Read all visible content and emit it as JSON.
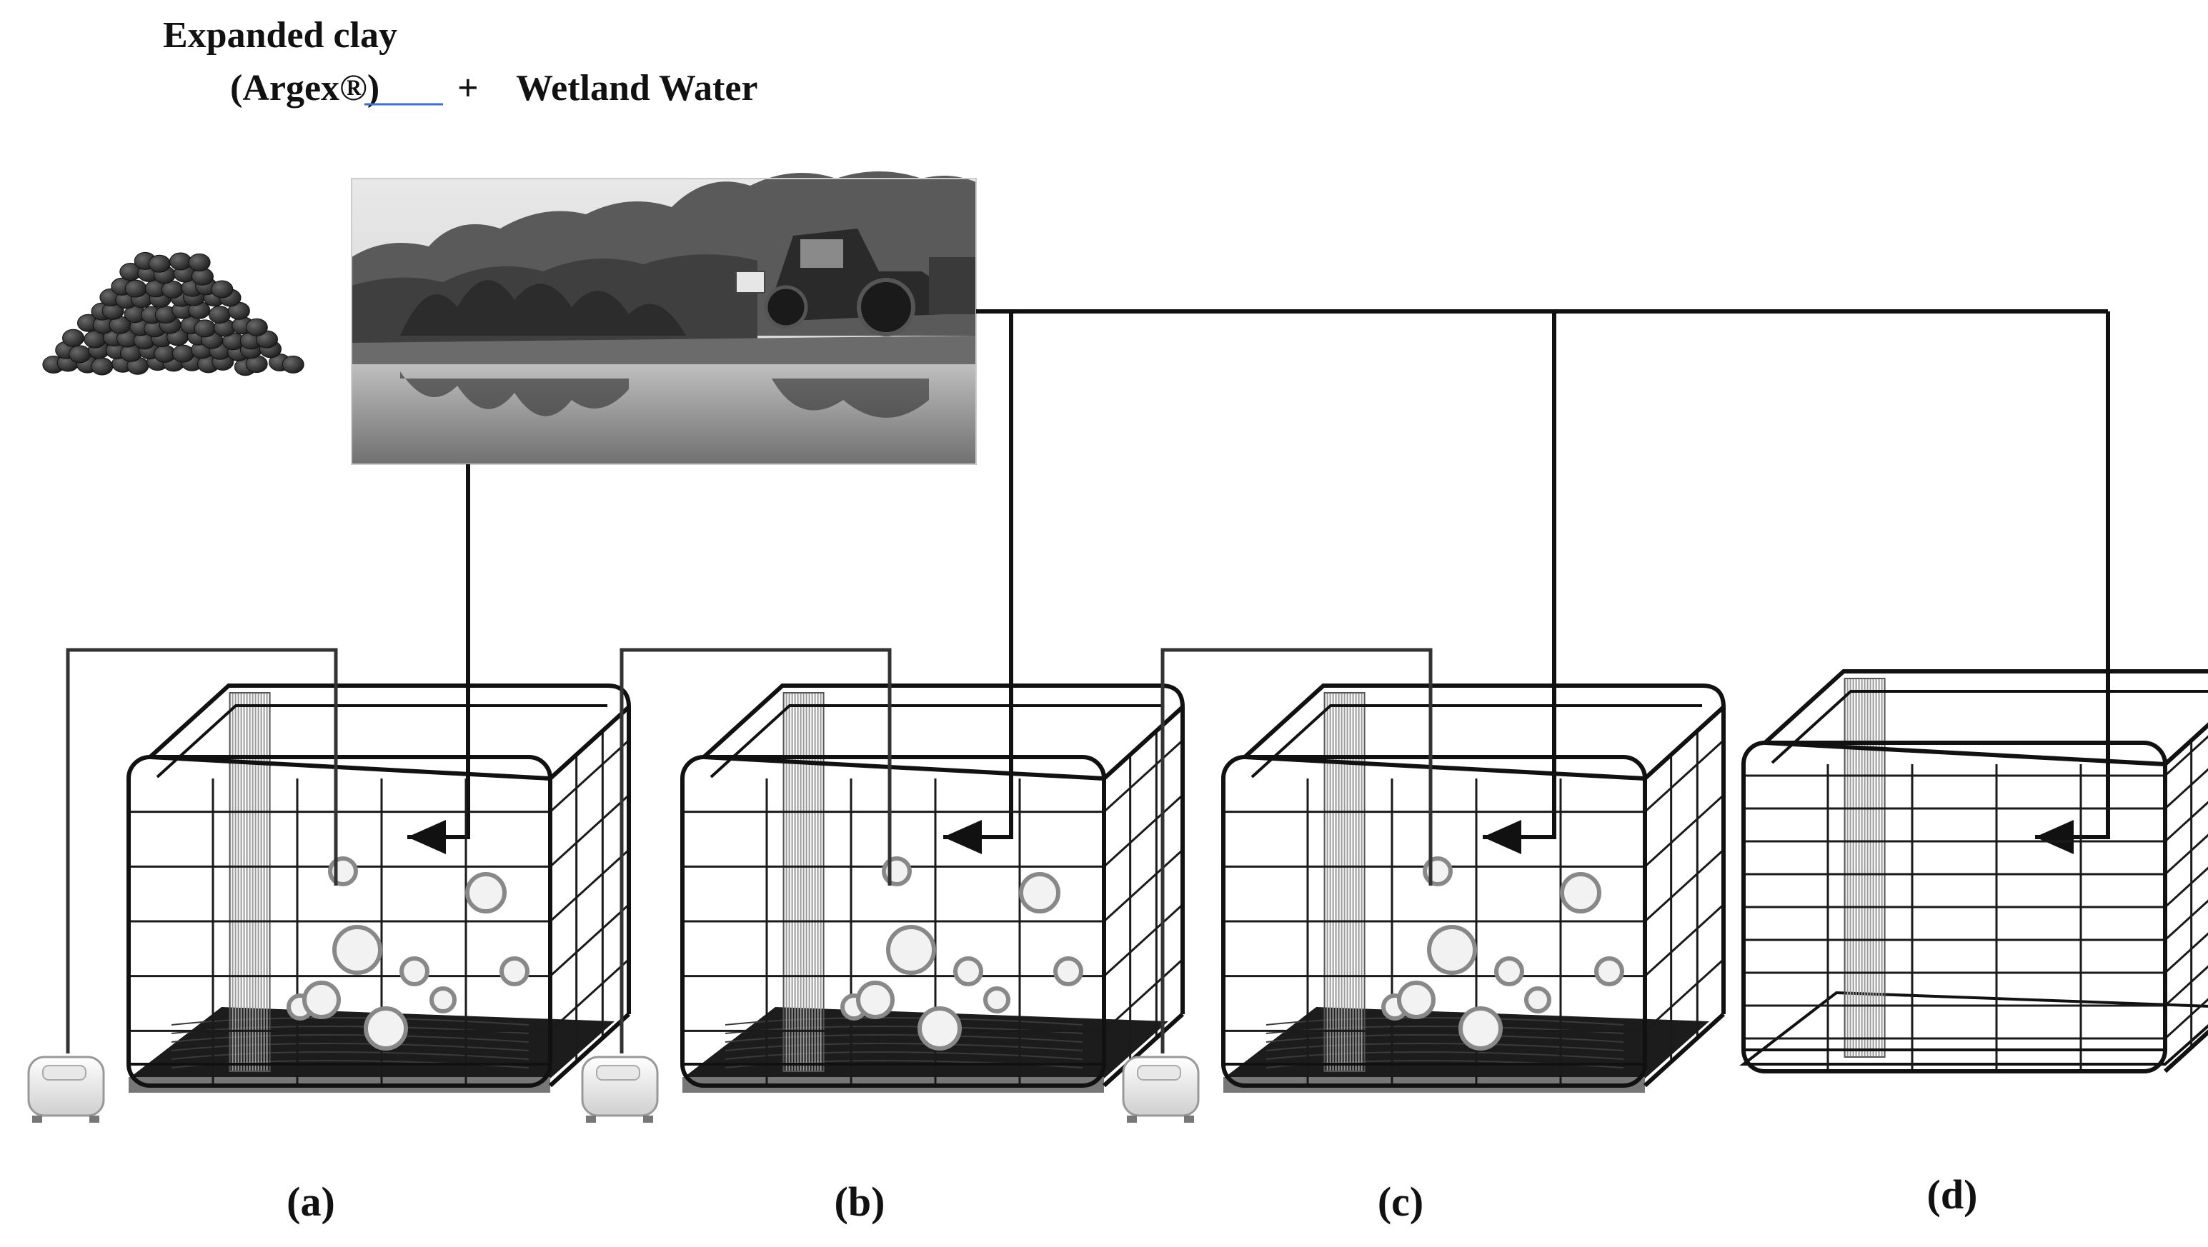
{
  "header": {
    "line1": "Expanded clay",
    "line2_part1": "(Argex®)",
    "line2_plus": "+",
    "line2_part2": "Wetland Water"
  },
  "photo": {
    "left_icon": "expanded-clay-pellets-icon",
    "right_icon": "wetland-tractor-photo-icon"
  },
  "tanks": [
    {
      "label": "(a)",
      "aerated": true
    },
    {
      "label": "(b)",
      "aerated": true
    },
    {
      "label": "(c)",
      "aerated": true
    },
    {
      "label": "(d)",
      "aerated": false
    }
  ],
  "colors": {
    "line": "#111111",
    "grid": "#1a1a1a",
    "bubble_fill": "#f2f2f2",
    "bubble_stroke": "#888888",
    "bottom": "#1c1c1c",
    "column": "#9a9a9a",
    "link_underline": "#3a6fd8"
  }
}
